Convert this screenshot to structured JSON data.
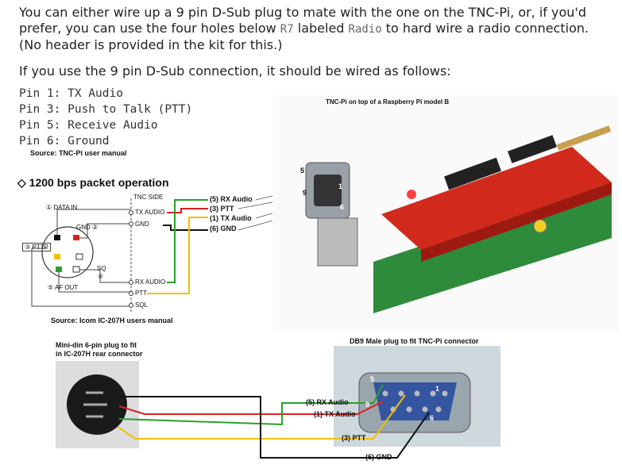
{
  "intro": {
    "p1_a": "You can either wire up a 9 pin D-Sub plug to mate with the one on the TNC-Pi, or, if you'd prefer, you can use the four holes below ",
    "p1_r7": "R7",
    "p1_b": " labeled ",
    "p1_radio": "Radio",
    "p1_c": " to hard wire a radio connection. (No header is provided in the kit for this.)",
    "p2": "If you use the 9 pin D-Sub connection, it should be wired as follows:"
  },
  "pins": [
    "Pin 1: TX Audio",
    "Pin 3: Push to Talk (PTT)",
    "Pin 5: Receive Audio",
    "Pin 6: Ground"
  ],
  "source_manual": "Source: TNC-Pi user manual",
  "packet_heading": "1200 bps packet operation",
  "diamond_glyph": "◇",
  "schematic": {
    "data_in": "① DATA IN",
    "gnd_num": "GND ②",
    "pttp": "③ PTTP",
    "sq": "SQ",
    "sq_num": "⑥",
    "af_out": "⑤ AF OUT",
    "tnc_side": "TNC SIDE",
    "tx_audio": "TX AUDIO",
    "gnd": "GND",
    "rx_audio": "RX AUDIO",
    "ptt": "PTT",
    "sql": "SQL",
    "source": "Source: Icom IC-207H users manual"
  },
  "db9_labels_upper": {
    "rx": "(5) RX Audio",
    "ptt": "(3) PTT",
    "tx": "(1) TX Audio",
    "gnd": "(6) GND"
  },
  "pi_photo": {
    "caption": "TNC-Pi on top of a Raspberry Pi model B",
    "pin5": "5",
    "pin1": "1",
    "pin9": "9",
    "pin6": "6"
  },
  "lower": {
    "minidin_caption_1": "Mini-din 6-pin plug to fit",
    "minidin_caption_2": "in IC-207H rear connector",
    "db9_caption": "DB9 Male plug to fit TNC-Pi connector",
    "rx": "(5) RX Audio",
    "tx": "(1) TX Audio",
    "ptt": "(3) PTT",
    "gnd": "(6) GND",
    "pin5": "5",
    "pin1": "1",
    "pin9": "9",
    "pin6": "6"
  },
  "colors": {
    "green": "#2aa02a",
    "red": "#e02020",
    "yellow": "#f0c000",
    "black": "#111111"
  }
}
